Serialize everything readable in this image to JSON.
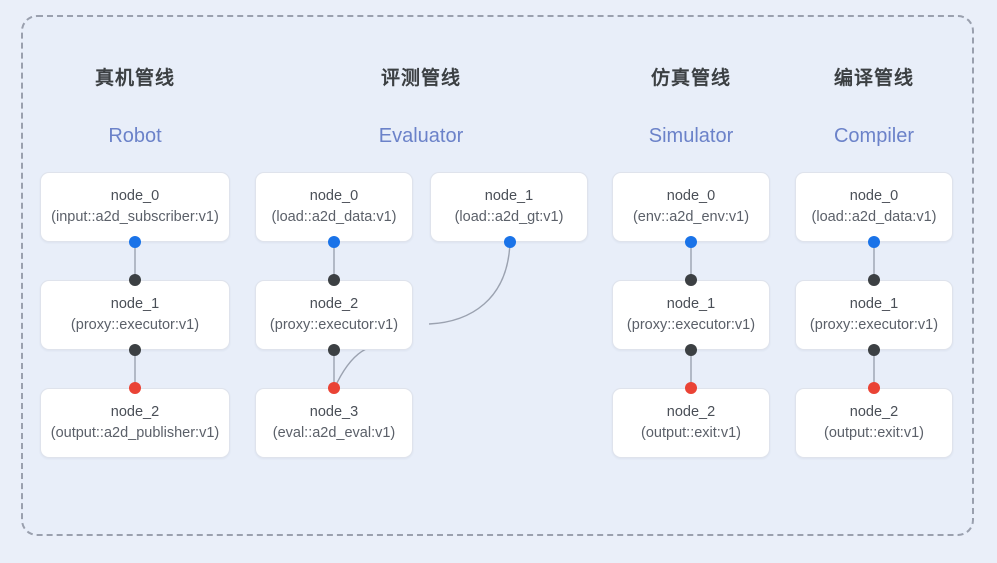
{
  "diagram": {
    "background_color": "#eaeff9",
    "frame_border_color": "#9aa0ae",
    "port_colors": {
      "input": "#1a73e8",
      "internal": "#3c4043",
      "output": "#ea4335"
    },
    "edge_color": "#9ba2b0"
  },
  "columns": [
    {
      "title_cn": "真机管线",
      "title_en": "Robot",
      "nodes": [
        {
          "name": "node_0",
          "spec": "(input::a2d_subscriber:v1)"
        },
        {
          "name": "node_1",
          "spec": "(proxy::executor:v1)"
        },
        {
          "name": "node_2",
          "spec": "(output::a2d_publisher:v1)"
        }
      ]
    },
    {
      "title_cn": "评测管线",
      "title_en": "Evaluator",
      "nodes": [
        {
          "name": "node_0",
          "spec": "(load::a2d_data:v1)"
        },
        {
          "name": "node_1",
          "spec": "(load::a2d_gt:v1)"
        },
        {
          "name": "node_2",
          "spec": "(proxy::executor:v1)"
        },
        {
          "name": "node_3",
          "spec": "(eval::a2d_eval:v1)"
        }
      ]
    },
    {
      "title_cn": "仿真管线",
      "title_en": "Simulator",
      "nodes": [
        {
          "name": "node_0",
          "spec": "(env::a2d_env:v1)"
        },
        {
          "name": "node_1",
          "spec": "(proxy::executor:v1)"
        },
        {
          "name": "node_2",
          "spec": "(output::exit:v1)"
        }
      ]
    },
    {
      "title_cn": "编译管线",
      "title_en": "Compiler",
      "nodes": [
        {
          "name": "node_0",
          "spec": "(load::a2d_data:v1)"
        },
        {
          "name": "node_1",
          "spec": "(proxy::executor:v1)"
        },
        {
          "name": "node_2",
          "spec": "(output::exit:v1)"
        }
      ]
    }
  ]
}
